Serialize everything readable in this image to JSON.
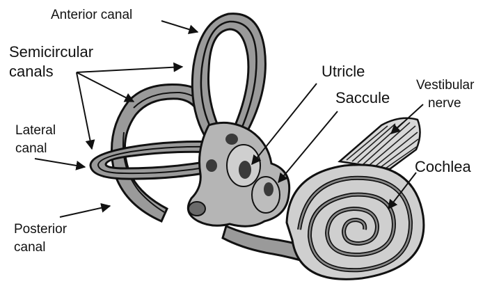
{
  "labels": {
    "anterior_canal": "Anterior canal",
    "semicircular_canals_line1": "Semicircular",
    "semicircular_canals_line2": "canals",
    "lateral_canal_line1": "Lateral",
    "lateral_canal_line2": "canal",
    "posterior_canal_line1": "Posterior",
    "posterior_canal_line2": "canal",
    "utricle": "Utricle",
    "saccule": "Saccule",
    "vestibular_nerve_line1": "Vestibular",
    "vestibular_nerve_line2": "nerve",
    "cochlea": "Cochlea"
  },
  "colors": {
    "outline": "#111111",
    "canal_fill": "#9a9a9a",
    "canal_light": "#cfcfcf",
    "vestibule_fill": "#b5b5b5",
    "dark_spot": "#3a3a3a",
    "background": "#ffffff"
  }
}
